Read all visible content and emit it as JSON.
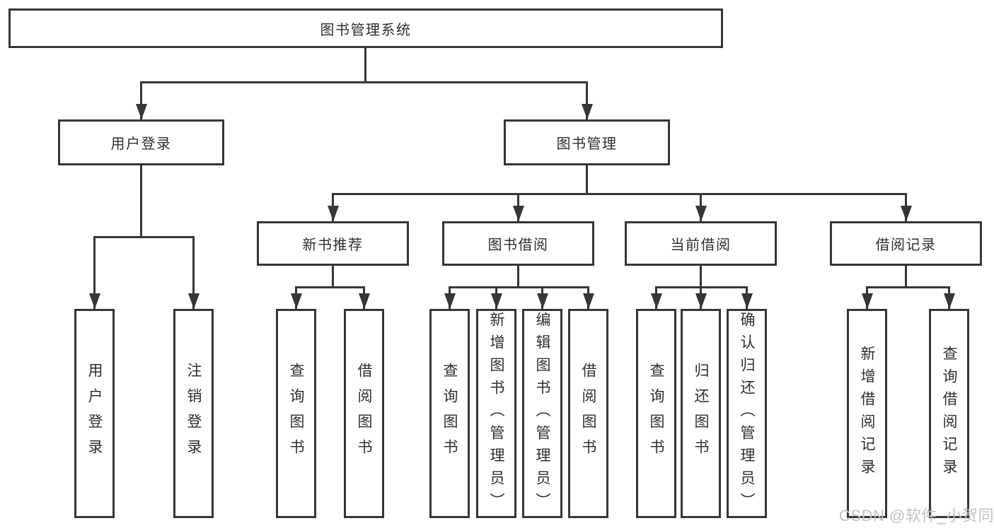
{
  "nodes": {
    "root": "图书管理系统",
    "user_login": "用户登录",
    "book_management": "图书管理",
    "new_book_recommend": "新书推荐",
    "book_borrowing": "图书借阅",
    "current_borrowing": "当前借阅",
    "borrowing_records": "借阅记录",
    "leaf_user_login": "用户登录",
    "leaf_logout": "注销登录",
    "nbr_query_books": "查询图书",
    "nbr_borrow_books": "借阅图书",
    "bb_query_books": "查询图书",
    "bb_add_books": "新增图书（管理员）",
    "bb_edit_books": "编辑图书（管理员）",
    "bb_borrow_books": "借阅图书",
    "cb_query_books": "查询图书",
    "cb_return_books": "归还图书",
    "cb_confirm_return": "确认归还（管理员）",
    "br_add_record": "新增借阅记录",
    "br_query_record": "查询借阅记录"
  },
  "watermark": {
    "text": "CSDN @软件_小贺同学"
  },
  "colors": {
    "line": "#363636",
    "text": "#2f2f2f",
    "background": "#ffffff",
    "watermark": "#c2c2c2"
  }
}
